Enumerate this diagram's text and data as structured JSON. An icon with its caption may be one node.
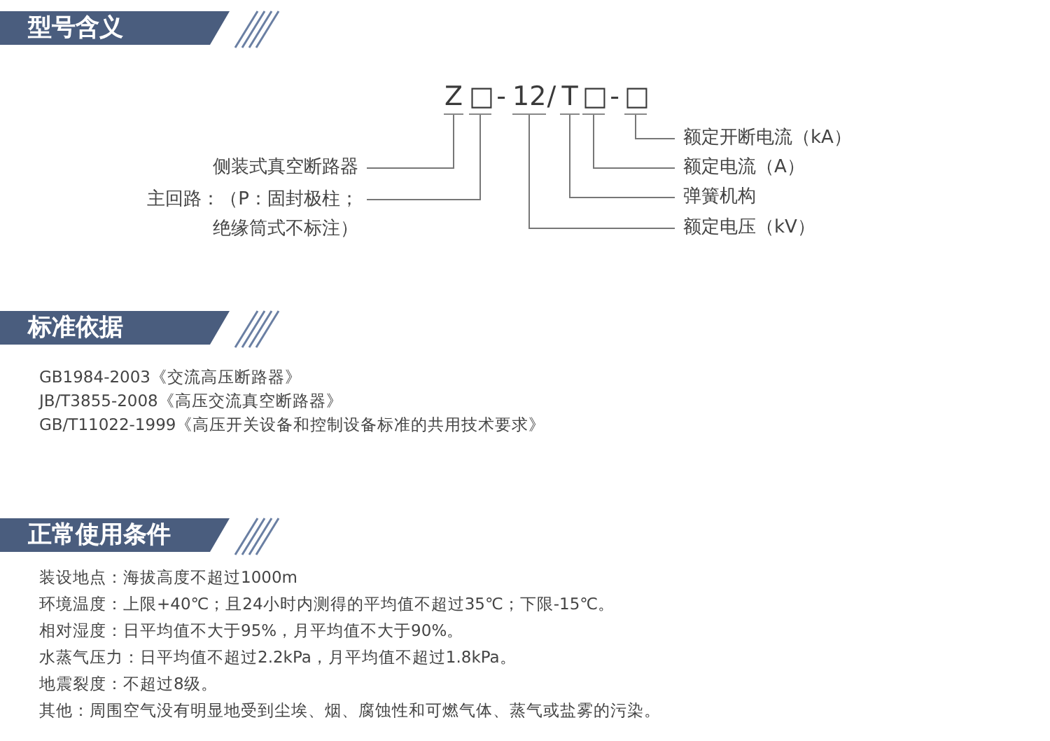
{
  "diagram": {
    "nodes": [
      {
        "text": [
          "Z"
        ]
      },
      {
        "text": [
          "□"
        ]
      },
      {
        "text": [
          "12"
        ]
      },
      {
        "text": [
          "T"
        ]
      },
      {
        "text": [
          "□"
        ]
      },
      {
        "text": [
          "□"
        ]
      },
      {
        "text": [
          "侧装式真空断路器"
        ]
      },
      {
        "text": [
          "主回路：（P：固封极柱；绝缘筒式不标注）"
        ]
      },
      {
        "text": [
          "额定开断电流（kA）"
        ]
      },
      {
        "text": [
          "额定电流（A）"
        ]
      },
      {
        "text": [
          "弹簧机构"
        ]
      },
      {
        "text": [
          "额定电压（kV）"
        ]
      }
    ],
    "edges": [
      {
        "from": 6,
        "to": 0,
        "arrow": "none"
      },
      {
        "from": 7,
        "to": 1,
        "arrow": "none"
      },
      {
        "from": 8,
        "to": 5,
        "arrow": "none"
      },
      {
        "from": 9,
        "to": 4,
        "arrow": "none"
      },
      {
        "from": 10,
        "to": 3,
        "arrow": "none"
      },
      {
        "from": 11,
        "to": 2,
        "arrow": "none"
      }
    ],
    "labels": [
      "型号含义",
      "-",
      "/",
      "-",
      "标准依据",
      "GB1984-2003《交流高压断路器》",
      "JB/T3855-2008《高压交流真空断路器》",
      "GB/T11022-1999《高压开关设备和控制设备标准的共用技术要求》",
      "正常使用条件",
      "装设地点：海拔高度不超过1000m",
      "环境温度：上限+40℃；且24小时内测得的平均值不超过35℃；下限-15℃。",
      "相对湿度：日平均值不大于95%，月平均值不大于90%。",
      "水蒸气压力：日平均值不超过2.2kPa，月平均值不超过1.8kPa。",
      "地震裂度：不超过8级。",
      "其他：周围空气没有明显地受到尘埃、烟、腐蚀性和可燃气体、蒸气或盐雾的污染。"
    ]
  }
}
